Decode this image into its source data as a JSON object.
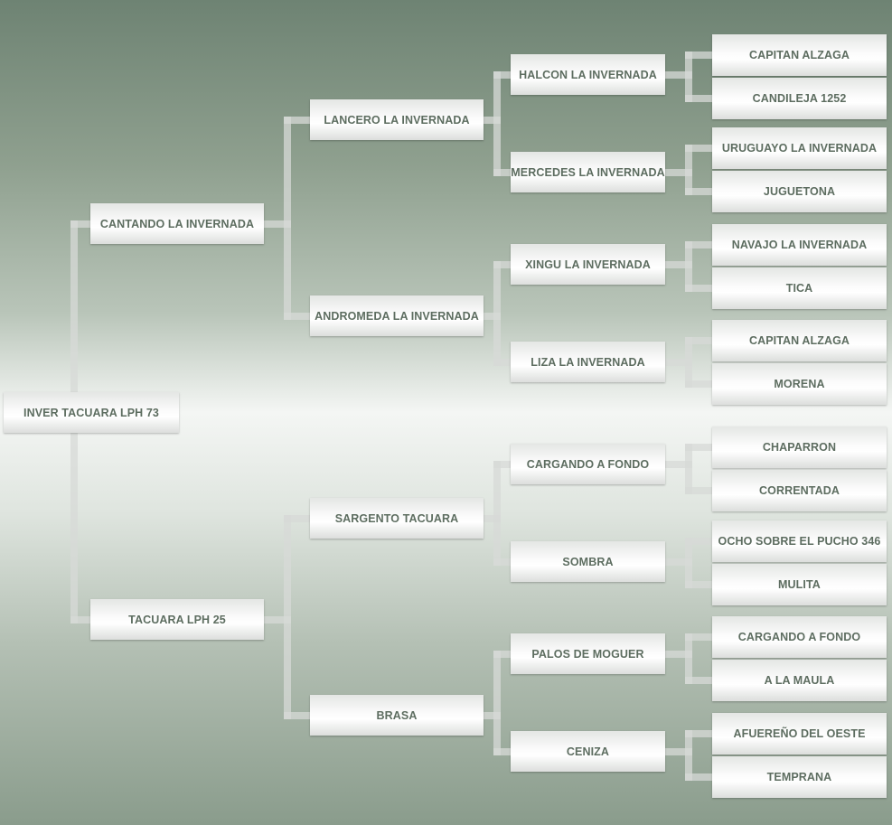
{
  "pedigree": {
    "subject": "INVER TACUARA LPH 73",
    "sire": {
      "name": "CANTANDO LA INVERNADA",
      "sire": {
        "name": "LANCERO LA INVERNADA",
        "sire": {
          "name": "HALCON LA INVERNADA",
          "sire": "CAPITAN ALZAGA",
          "dam": "CANDILEJA 1252"
        },
        "dam": {
          "name": "MERCEDES LA INVERNADA",
          "sire": "URUGUAYO LA INVERNADA",
          "dam": "JUGUETONA"
        }
      },
      "dam": {
        "name": "ANDROMEDA LA INVERNADA",
        "sire": {
          "name": "XINGU LA INVERNADA",
          "sire": "NAVAJO LA INVERNADA",
          "dam": "TICA"
        },
        "dam": {
          "name": "LIZA LA INVERNADA",
          "sire": "CAPITAN ALZAGA",
          "dam": "MORENA"
        }
      }
    },
    "dam": {
      "name": "TACUARA LPH 25",
      "sire": {
        "name": "SARGENTO TACUARA",
        "sire": {
          "name": "CARGANDO A FONDO",
          "sire": "CHAPARRON",
          "dam": "CORRENTADA"
        },
        "dam": {
          "name": "SOMBRA",
          "sire": "OCHO SOBRE EL PUCHO 346",
          "dam": "MULITA"
        }
      },
      "dam": {
        "name": "BRASA",
        "sire": {
          "name": "PALOS DE MOGUER",
          "sire": "CARGANDO A FONDO",
          "dam": "A LA MAULA"
        },
        "dam": {
          "name": "CENIZA",
          "sire": "AFUEREÑO DEL OESTE",
          "dam": "TEMPRANA"
        }
      }
    }
  },
  "colors": {
    "text": "#5d6d60",
    "connector": "#d7dad7"
  }
}
